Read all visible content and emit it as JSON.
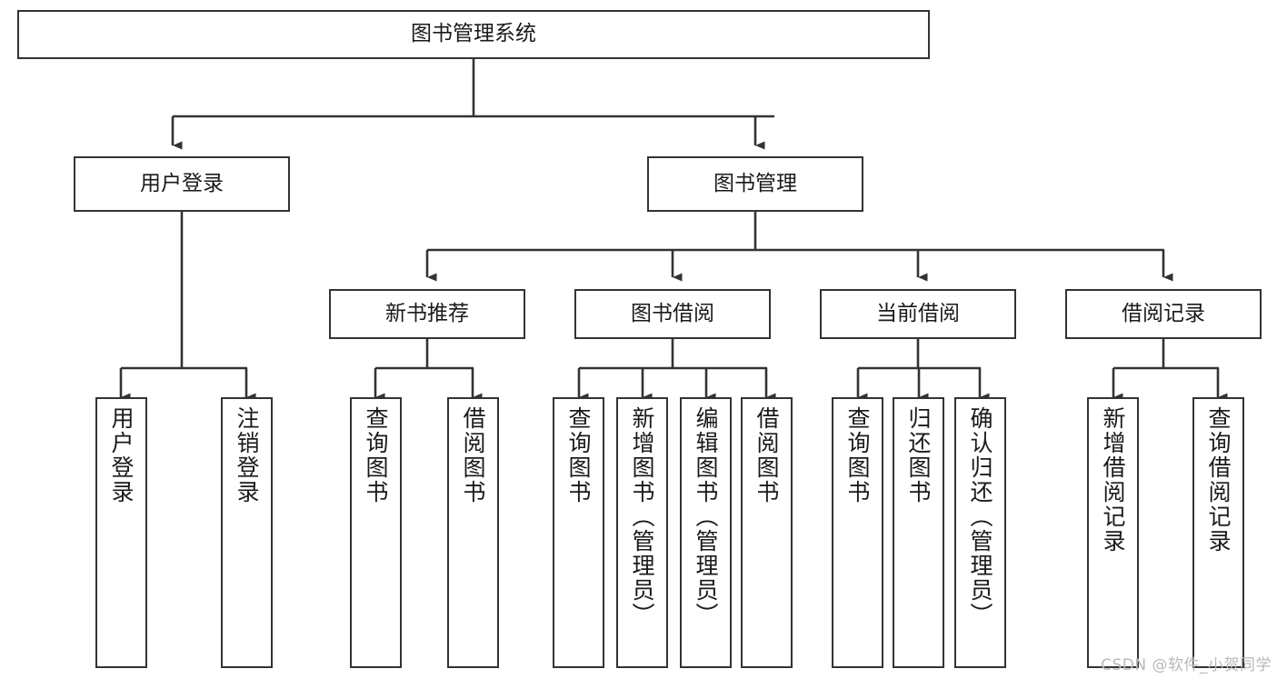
{
  "diagram": {
    "title": "图书管理系统",
    "type": "hierarchy-tree",
    "watermark": "CSDN @软件_小贺同学",
    "style": {
      "box_border_color": "#333333",
      "box_fill_color": "#ffffff",
      "connector_color": "#333333",
      "text_color": "#1a1a1a",
      "background": "#ffffff",
      "watermark_color": "#b9b9b9"
    },
    "levels": {
      "root": {
        "label": "图书管理系统",
        "orientation": "horizontal"
      },
      "level2": [
        {
          "label": "用户登录",
          "orientation": "horizontal"
        },
        {
          "label": "图书管理",
          "orientation": "horizontal"
        }
      ],
      "level3": [
        {
          "label": "新书推荐",
          "orientation": "horizontal"
        },
        {
          "label": "图书借阅",
          "orientation": "horizontal"
        },
        {
          "label": "当前借阅",
          "orientation": "horizontal"
        },
        {
          "label": "借阅记录",
          "orientation": "horizontal"
        }
      ],
      "leaves": {
        "user_login": [
          {
            "label": "用户登录",
            "orientation": "vertical"
          },
          {
            "label": "注销登录",
            "orientation": "vertical"
          }
        ],
        "new_book_recommend": [
          {
            "label": "查询图书",
            "orientation": "vertical"
          },
          {
            "label": "借阅图书",
            "orientation": "vertical"
          }
        ],
        "book_borrow": [
          {
            "label": "查询图书",
            "orientation": "vertical"
          },
          {
            "label": "新增图书（管理员）",
            "orientation": "vertical"
          },
          {
            "label": "编辑图书（管理员）",
            "orientation": "vertical"
          },
          {
            "label": "借阅图书",
            "orientation": "vertical"
          }
        ],
        "current_borrow": [
          {
            "label": "查询图书",
            "orientation": "vertical"
          },
          {
            "label": "归还图书",
            "orientation": "vertical"
          },
          {
            "label": "确认归还（管理员）",
            "orientation": "vertical"
          }
        ],
        "borrow_record": [
          {
            "label": "新增借阅记录",
            "orientation": "vertical"
          },
          {
            "label": "查询借阅记录",
            "orientation": "vertical"
          }
        ]
      }
    }
  }
}
